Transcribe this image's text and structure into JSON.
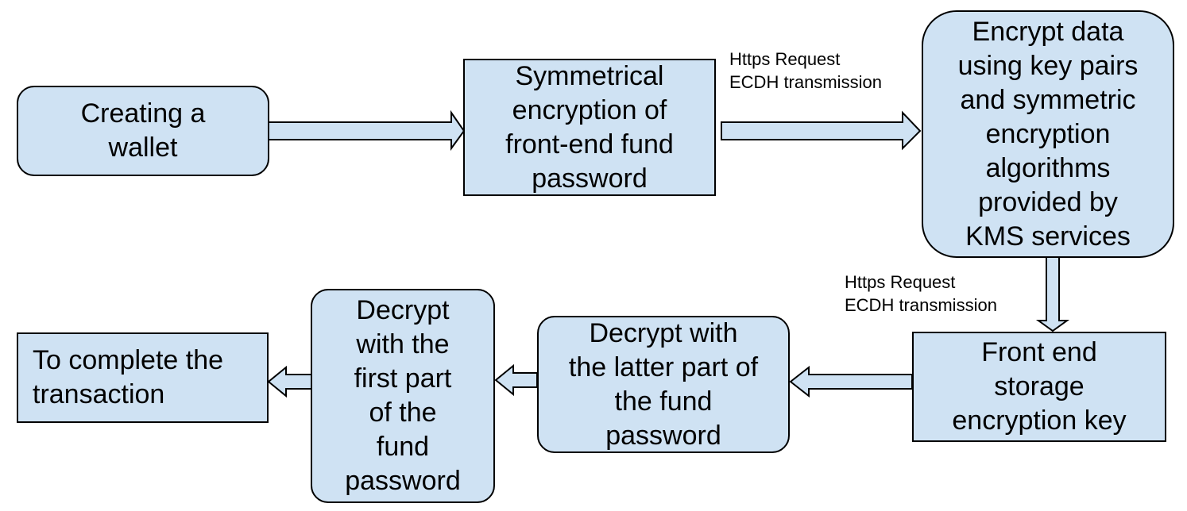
{
  "nodes": {
    "create_wallet": "Creating a\nwallet",
    "symmetric_encryption": "Symmetrical\nencryption of\nfront-end fund\npassword",
    "kms_encrypt": "Encrypt data\nusing key pairs\nand symmetric\nencryption\nalgorithms\nprovided by\nKMS services",
    "front_end_storage": "Front end\nstorage\nencryption key",
    "decrypt_latter": "Decrypt with\nthe latter part of\nthe fund\npassword",
    "decrypt_first": "Decrypt\nwith the\nfirst part\nof the\nfund\npassword",
    "complete_transaction": "To complete the\ntransaction"
  },
  "edge_labels": {
    "to_kms": "Https Request\nECDH transmission",
    "to_storage": "Https Request\nECDH transmission"
  },
  "colors": {
    "node_fill": "#cfe2f3",
    "stroke": "#000000"
  }
}
